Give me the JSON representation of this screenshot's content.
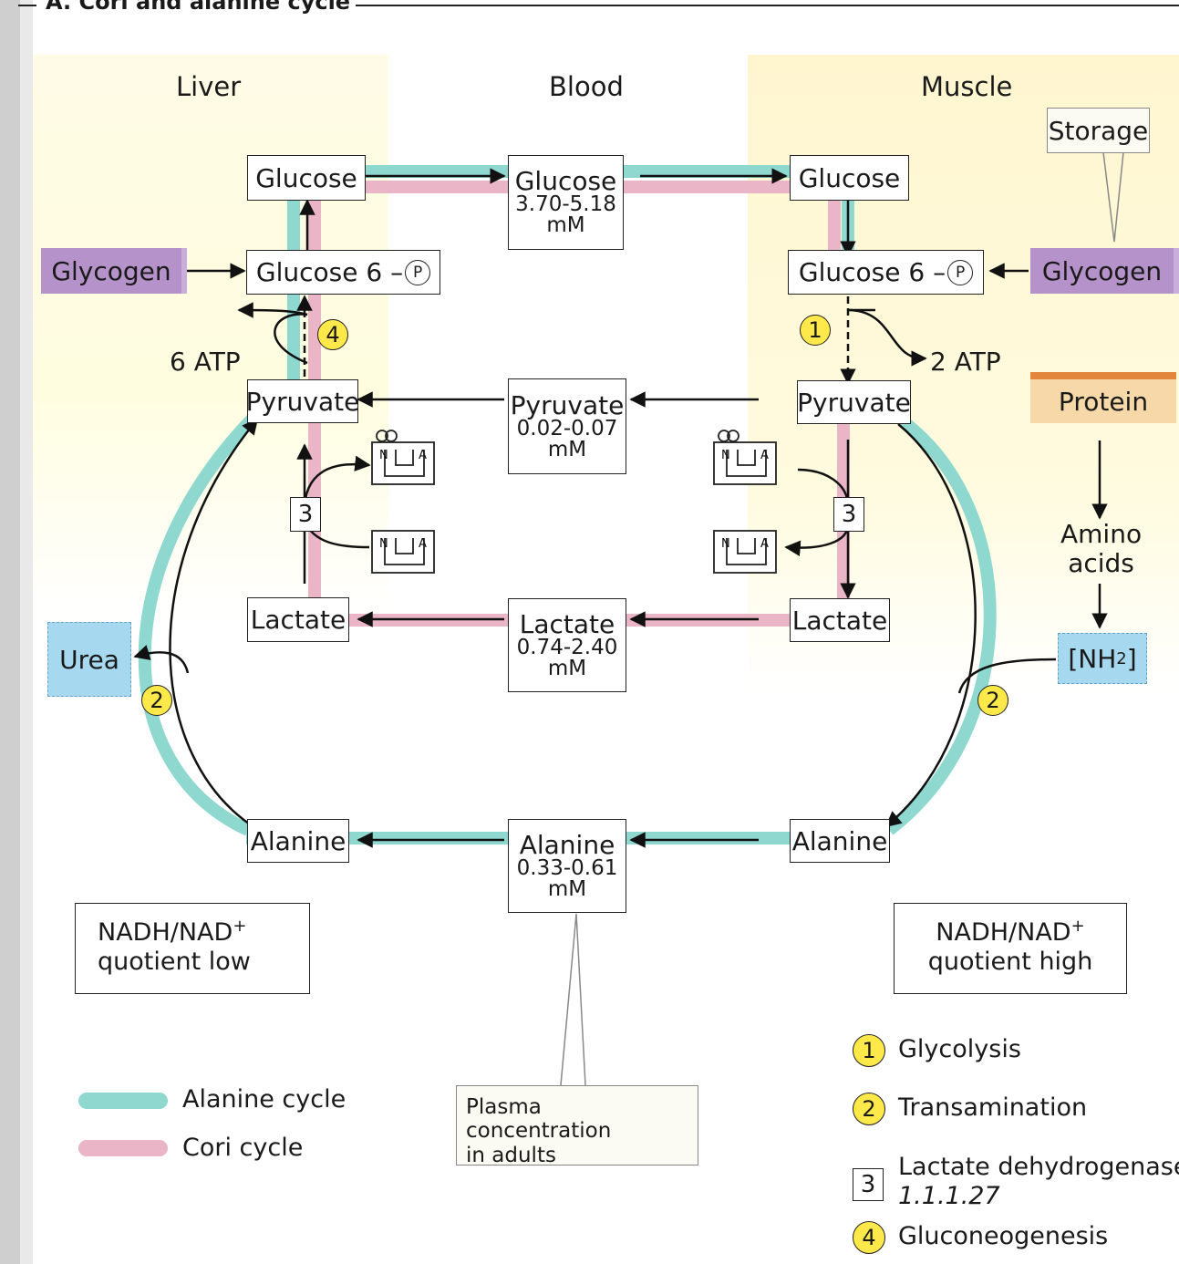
{
  "title": "A. Cori and alanine cycle",
  "regions": {
    "liver": "Liver",
    "blood": "Blood",
    "muscle": "Muscle"
  },
  "liver": {
    "glucose": "Glucose",
    "glucose6": "Glucose 6",
    "glycogen": "Glycogen",
    "pyruvate": "Pyruvate",
    "lactate": "Lactate",
    "alanine": "Alanine",
    "urea": "Urea",
    "atp": "6 ATP"
  },
  "blood": {
    "glucose": {
      "name": "Glucose",
      "value": "3.70-5.18",
      "unit": "mM"
    },
    "pyruvate": {
      "name": "Pyruvate",
      "value": "0.02-0.07",
      "unit": "mM"
    },
    "lactate": {
      "name": "Lactate",
      "value": "0.74-2.40",
      "unit": "mM"
    },
    "alanine": {
      "name": "Alanine",
      "value": "0.33-0.61",
      "unit": "mM"
    }
  },
  "muscle": {
    "storage": "Storage",
    "glucose": "Glucose",
    "glucose6": "Glucose 6",
    "glycogen": "Glycogen",
    "pyruvate": "Pyruvate",
    "lactate": "Lactate",
    "alanine": "Alanine",
    "protein": "Protein",
    "amino_acids_1": "Amino",
    "amino_acids_2": "acids",
    "nh2": "[NH",
    "nh2_sub": "2",
    "nh2_close": "]",
    "atp": "2 ATP"
  },
  "phosphate": "P",
  "nad": {
    "n": "N",
    "a": "A"
  },
  "quotient": {
    "liver_line1": "NADH/NAD",
    "liver_sup": "+",
    "liver_line2": "quotient low",
    "muscle_line1": "NADH/NAD",
    "muscle_sup": "+",
    "muscle_line2": "quotient high"
  },
  "plasma_note": {
    "line1": "Plasma concentration",
    "line2": "in adults"
  },
  "cycle_legend": [
    {
      "label": "Alanine cycle",
      "color": "#8fd8cf"
    },
    {
      "label": "Cori cycle",
      "color": "#eab5c6"
    }
  ],
  "markers": {
    "one": "1",
    "two": "2",
    "three": "3",
    "four": "4"
  },
  "enzyme_legend": [
    {
      "num": "1",
      "label": "Glycolysis",
      "style": "circle"
    },
    {
      "num": "2",
      "label": "Transamination",
      "style": "circle"
    },
    {
      "num": "3",
      "label": "Lactate dehydrogenase",
      "sub": "1.1.1.27",
      "style": "square"
    },
    {
      "num": "4",
      "label": "Gluconeogenesis",
      "style": "circle"
    }
  ],
  "colors": {
    "alanine_cycle": "#8fd8cf",
    "cori_cycle": "#eab5c6",
    "marker": "#ffe94a",
    "glycogen": "#b592c9",
    "urea": "#a6d9ef"
  }
}
